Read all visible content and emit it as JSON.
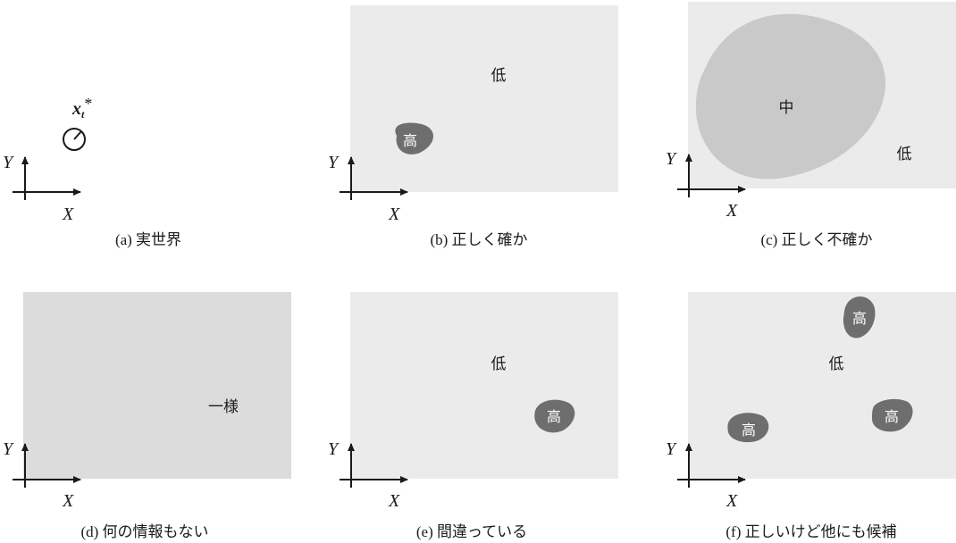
{
  "axes": {
    "x_label": "X",
    "y_label": "Y"
  },
  "colors": {
    "low": "#ebebeb",
    "mid": "#c9c9c9",
    "uniform": "#dcdcdc",
    "high": "#6e6e6e"
  },
  "panels": {
    "a": {
      "caption": "(a) 実世界",
      "point_label": "x",
      "point_sub": "t",
      "point_sup": "*"
    },
    "b": {
      "caption": "(b) 正しく確か",
      "low": "低",
      "high": "高"
    },
    "c": {
      "caption": "(c) 正しく不確か",
      "mid": "中",
      "low": "低"
    },
    "d": {
      "caption": "(d) 何の情報もない",
      "uniform": "一様"
    },
    "e": {
      "caption": "(e) 間違っている",
      "low": "低",
      "high": "高"
    },
    "f": {
      "caption": "(f) 正しいけど他にも候補",
      "low": "低",
      "high_1": "高",
      "high_2": "高",
      "high_3": "高"
    }
  }
}
